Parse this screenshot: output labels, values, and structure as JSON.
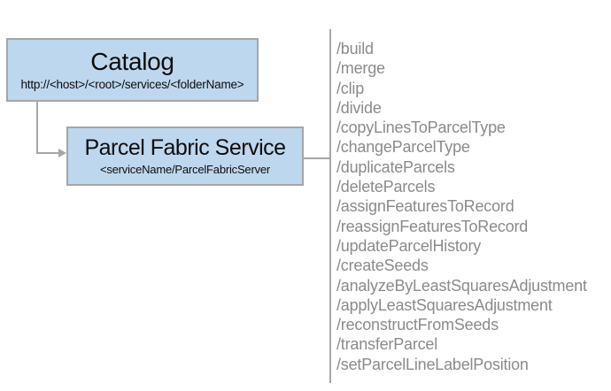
{
  "diagram": {
    "catalog_box": {
      "title": "Catalog",
      "subtitle": "http://<host>/<root>/services/<folderName>"
    },
    "service_box": {
      "title": "Parcel Fabric Service",
      "subtitle": "<serviceName/ParcelFabricServer"
    },
    "endpoints": [
      "/build",
      "/merge",
      "/clip",
      "/divide",
      "/copyLinesToParcelType",
      "/changeParcelType",
      "/duplicateParcels",
      "/deleteParcels",
      "/assignFeaturesToRecord",
      "/reassignFeaturesToRecord",
      "/updateParcelHistory",
      "/createSeeds",
      "/analyzeByLeastSquaresAdjustment",
      "/applyLeastSquaresAdjustment",
      "/reconstructFromSeeds",
      "/transferParcel",
      "/setParcelLineLabelPosition"
    ],
    "colors": {
      "background": "#ffffff",
      "box_fill": "#bdd7ee",
      "box_border": "#a6a6a6",
      "connector": "#a6a6a6",
      "title_text": "#0d0d0d",
      "endpoint_text": "#8b8b8b"
    }
  }
}
